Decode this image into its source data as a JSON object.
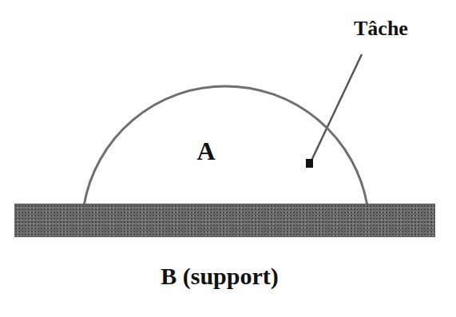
{
  "diagram": {
    "nodes": [
      {
        "text": [
          "A"
        ]
      },
      {
        "text": [
          "B (support)"
        ]
      }
    ],
    "labels": [
      "Tâche"
    ]
  }
}
